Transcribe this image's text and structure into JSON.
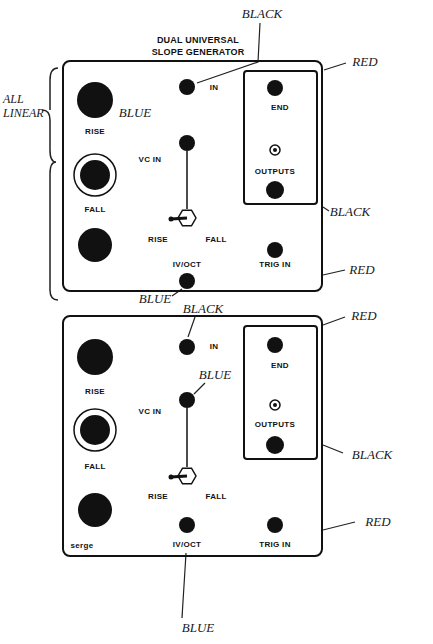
{
  "diagram": {
    "title": "DUAL UNIVERSAL SLOPE GENERATOR",
    "nodes": [
      {
        "text": [
          "RISE",
          "IN",
          "VC IN",
          "FALL",
          "RISE",
          "FALL",
          "IV/OCT",
          "TRIG IN"
        ]
      },
      {
        "text": [
          "END",
          "OUTPUTS"
        ],
        "in": 0
      },
      {
        "text": [
          "RISE",
          "IN",
          "VC IN",
          "FALL",
          "RISE",
          "FALL",
          "serge",
          "IV/OCT",
          "TRIG IN"
        ]
      },
      {
        "text": [
          "END",
          "OUTPUTS"
        ],
        "in": 2
      }
    ],
    "labels": [
      "BLACK",
      "RED",
      "ALL LINEAR",
      "BLUE",
      "BLACK",
      "RED",
      "BLUE",
      "BLACK",
      "RED",
      "BLUE",
      "BLACK",
      "RED",
      "BLUE"
    ]
  }
}
